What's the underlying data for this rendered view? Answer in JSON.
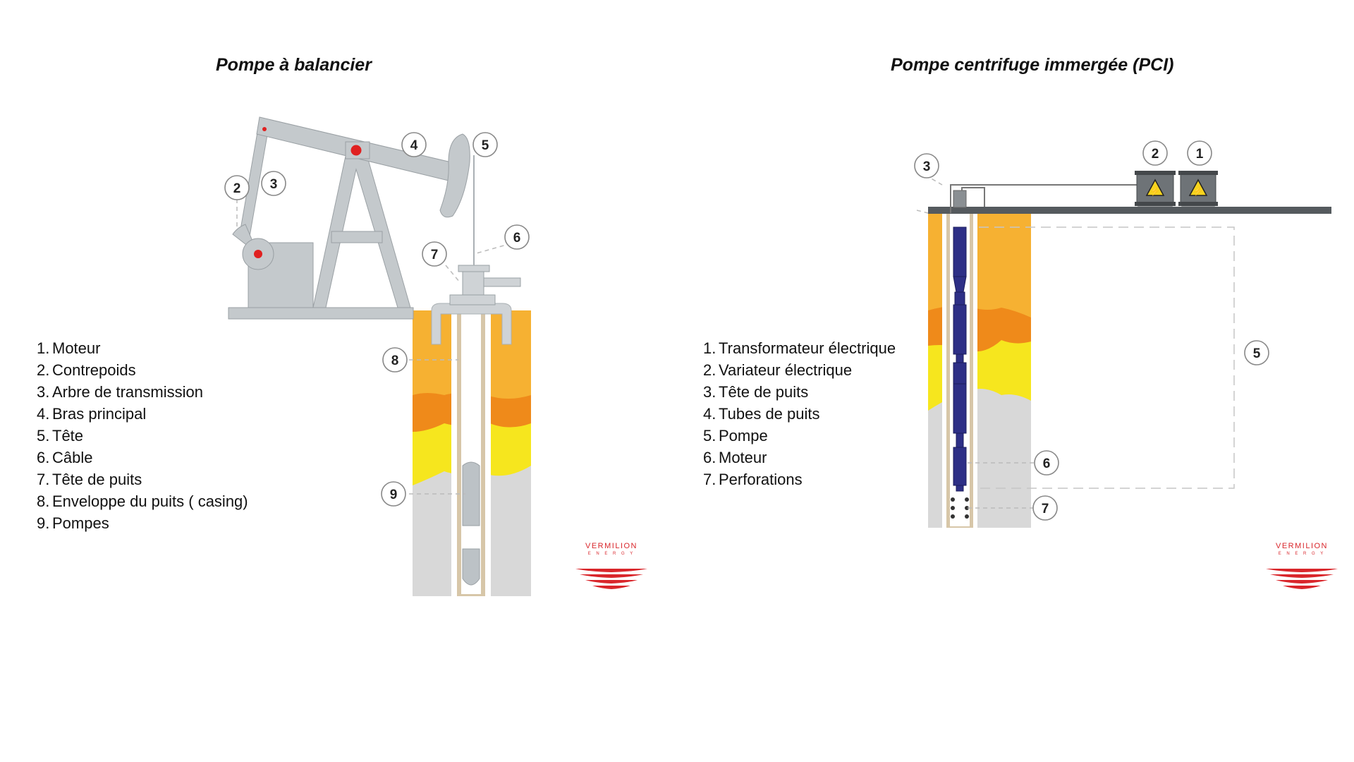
{
  "left": {
    "title": "Pompe à balancier",
    "legend": [
      {
        "num": "1.",
        "label": "Moteur"
      },
      {
        "num": "2.",
        "label": "Contrepoids"
      },
      {
        "num": "3.",
        "label": "Arbre de transmission"
      },
      {
        "num": "4.",
        "label": "Bras principal"
      },
      {
        "num": "5.",
        "label": "Tête"
      },
      {
        "num": "6.",
        "label": "Câble"
      },
      {
        "num": "7.",
        "label": "Tête de puits"
      },
      {
        "num": "8.",
        "label": "Enveloppe du puits ( casing)"
      },
      {
        "num": "9.",
        "label": "Pompes"
      }
    ],
    "callouts": [
      "2",
      "3",
      "4",
      "5",
      "6",
      "7",
      "8",
      "9"
    ]
  },
  "right": {
    "title": "Pompe centrifuge immergée (PCI)",
    "legend": [
      {
        "num": "1.",
        "label": "Transformateur électrique"
      },
      {
        "num": "2.",
        "label": "Variateur électrique"
      },
      {
        "num": "3.",
        "label": "Tête de puits"
      },
      {
        "num": "4.",
        "label": "Tubes de puits"
      },
      {
        "num": "5.",
        "label": "Pompe"
      },
      {
        "num": "6.",
        "label": "Moteur"
      },
      {
        "num": "7.",
        "label": "Perforations"
      }
    ],
    "callouts": [
      "1",
      "2",
      "3",
      "5",
      "6",
      "7"
    ]
  },
  "logo": {
    "name": "VERMILION",
    "sub": "E N E R G Y",
    "color": "#d9262b"
  },
  "colors": {
    "layer_orange_light": "#f6b132",
    "layer_orange_dark": "#ef8a1a",
    "layer_yellow": "#f6e61e",
    "layer_gray": "#d8d8d8",
    "steel": "#bcc2c6",
    "pump_blue": "#2d2f86",
    "motor_dot": "#e02020"
  }
}
